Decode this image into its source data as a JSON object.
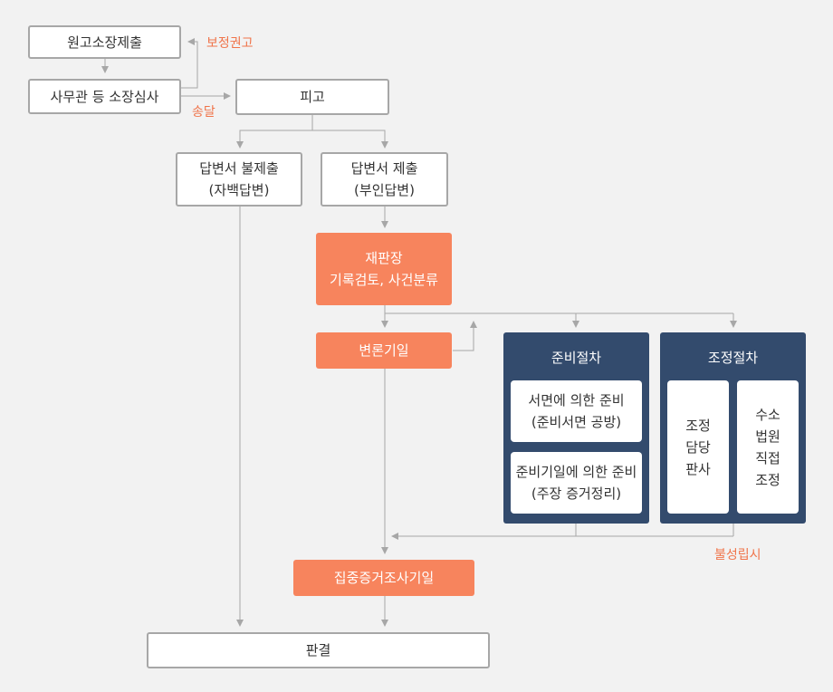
{
  "nodes": {
    "complaint": "원고소장제출",
    "review": "사무관 등 소장심사",
    "defendant": "피고",
    "no_answer_line1": "답변서 불제출",
    "no_answer_line2": "(자백답변)",
    "answer_line1": "답변서 제출",
    "answer_line2": "(부인답변)",
    "judge_line1": "재판장",
    "judge_line2": "기록검토, 사건분류",
    "hearing": "변론기일",
    "prep_title": "준비절차",
    "prep_written_line1": "서면에 의한 준비",
    "prep_written_line2": "(준비서면 공방)",
    "prep_date_line1": "준비기일에 의한 준비",
    "prep_date_line2": "(주장 증거정리)",
    "mediation_title": "조정절차",
    "med_judge_lines": [
      "조정",
      "담당",
      "판사"
    ],
    "med_court_lines": [
      "수소",
      "법원",
      "직접",
      "조정"
    ],
    "intensive": "집중증거조사기일",
    "verdict": "판결"
  },
  "notes": {
    "correction": "보정권고",
    "delivery": "송달",
    "failed": "불성립시"
  },
  "colors": {
    "accent_orange": "#f7845d",
    "note_orange": "#f0744a",
    "navy": "#334b6d",
    "border_gray": "#a7a7a7",
    "background": "#f2f2f2"
  }
}
